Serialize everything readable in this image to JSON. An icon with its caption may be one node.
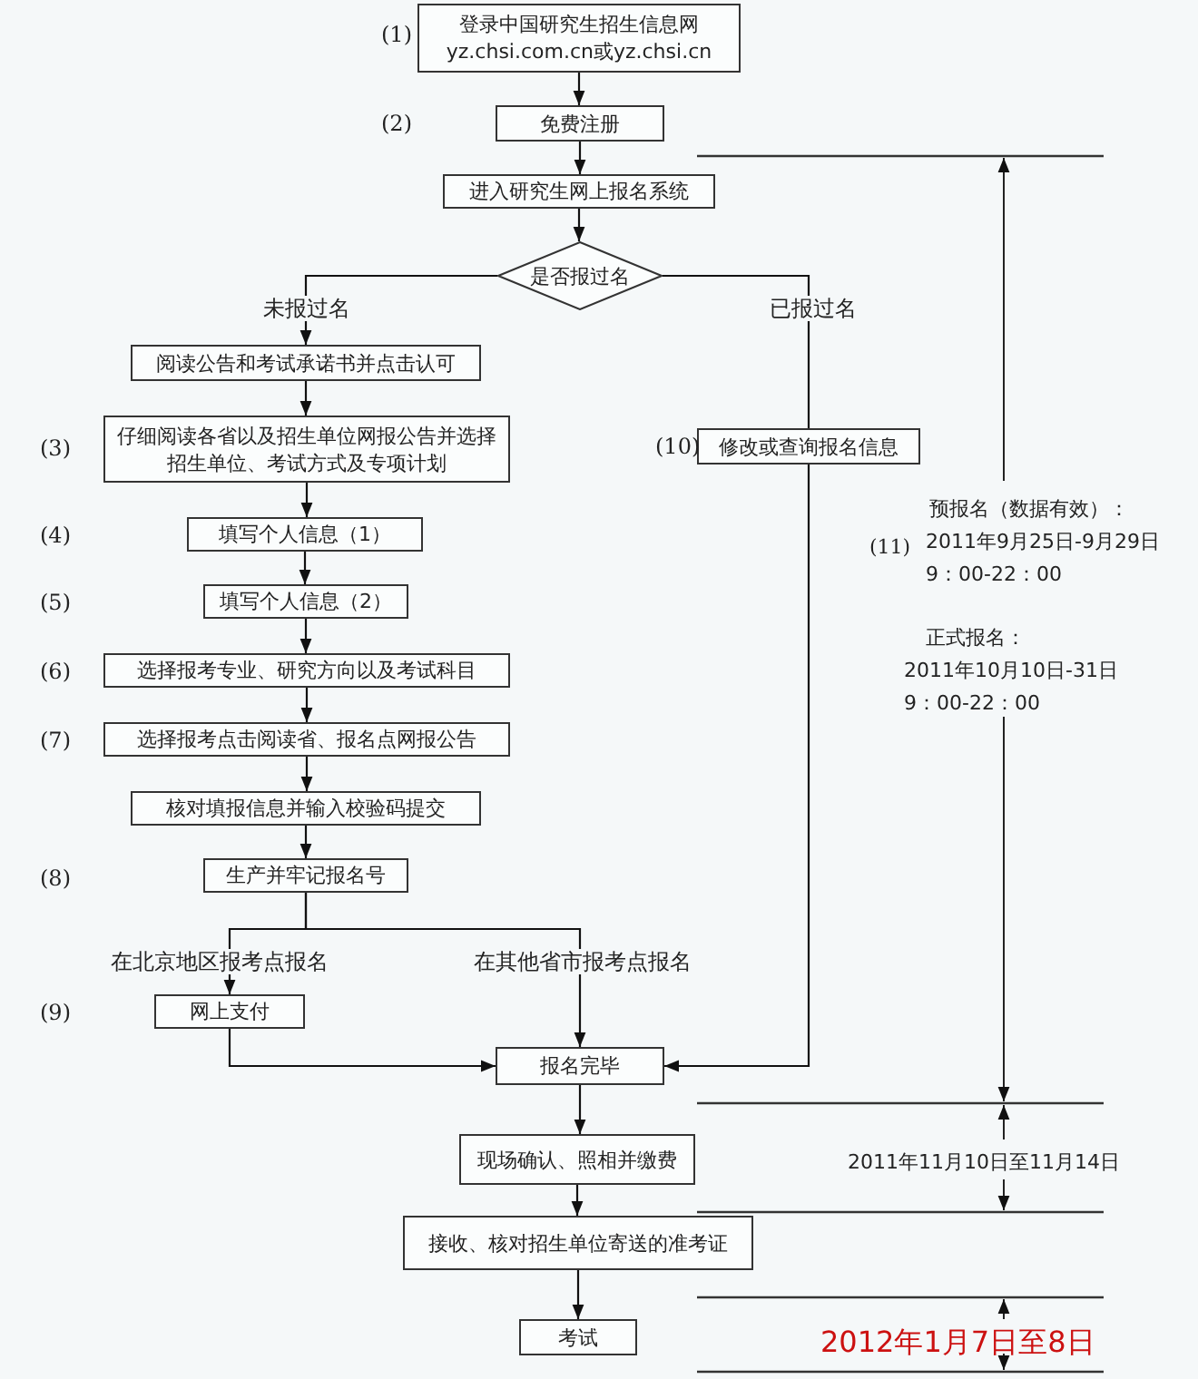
{
  "diagram": {
    "nodes": [
      {
        "text": [
          "登录中国研究生招生信息网",
          "yz.chsi.com.cn或yz.chsi.cn"
        ]
      },
      {
        "text": [
          "免费注册"
        ]
      },
      {
        "text": [
          "进入研究生网上报名系统"
        ]
      },
      {
        "text": [
          "是否报过名"
        ]
      },
      {
        "text": [
          "阅读公告和考试承诺书并点击认可"
        ]
      },
      {
        "text": [
          "仔细阅读各省以及招生单位网报公告并选择招生单位、考试方式及专项计划"
        ]
      },
      {
        "text": [
          "填写个人信息（1）"
        ]
      },
      {
        "text": [
          "填写个人信息（2）"
        ]
      },
      {
        "text": [
          "选择报考专业、研究方向以及考试科目"
        ]
      },
      {
        "text": [
          "选择报考点击阅读省、报名点网报公告"
        ]
      },
      {
        "text": [
          "核对填报信息并输入校验码提交"
        ]
      },
      {
        "text": [
          "生产并牢记报名号"
        ]
      },
      {
        "text": [
          "网上支付"
        ]
      },
      {
        "text": [
          "报名完毕"
        ]
      },
      {
        "text": [
          "现场确认、照相并缴费"
        ]
      },
      {
        "text": [
          "接收、核对招生单位寄送的准考证"
        ]
      },
      {
        "text": [
          "考试"
        ]
      },
      {
        "text": [
          "修改或查询报名信息"
        ],
        "beside": [
          "(10)"
        ]
      }
    ],
    "edges": [
      {
        "from": 0,
        "to": 1,
        "arrow": "to"
      },
      {
        "from": 1,
        "to": 2,
        "arrow": "to"
      },
      {
        "from": 2,
        "to": 3,
        "arrow": "to"
      },
      {
        "from": 3,
        "to": 4,
        "arrow": "to",
        "label": "未报过名"
      },
      {
        "from": 3,
        "to": 17,
        "arrow": "none",
        "label": "已报过名"
      },
      {
        "from": 4,
        "to": 5,
        "arrow": "to"
      },
      {
        "from": 5,
        "to": 6,
        "arrow": "to"
      },
      {
        "from": 6,
        "to": 7,
        "arrow": "to"
      },
      {
        "from": 7,
        "to": 8,
        "arrow": "to"
      },
      {
        "from": 8,
        "to": 9,
        "arrow": "to"
      },
      {
        "from": 9,
        "to": 10,
        "arrow": "to"
      },
      {
        "from": 10,
        "to": 11,
        "arrow": "to"
      },
      {
        "from": 11,
        "to": 12,
        "arrow": "to",
        "label": "在北京地区报考点报名"
      },
      {
        "from": 11,
        "to": 13,
        "arrow": "to",
        "label": "在其他省市报考点报名"
      },
      {
        "from": 12,
        "to": 13,
        "arrow": "to"
      },
      {
        "from": 17,
        "to": 13,
        "arrow": "to"
      },
      {
        "from": 13,
        "to": 14,
        "arrow": "to"
      },
      {
        "from": 14,
        "to": 15,
        "arrow": "to"
      },
      {
        "from": 15,
        "to": 16,
        "arrow": "to"
      }
    ],
    "labels": [
      "(1)",
      "(2)",
      "(3)",
      "(4)",
      "(5)",
      "(6)",
      "(7)",
      "(8)",
      "(9)",
      "(11)",
      "预报名（数据有效）：",
      "2011年9月25日-9月29日",
      "9：00-22：00",
      "正式报名：",
      "2011年10月10日-31日",
      "9：00-22：00",
      "2011年11月10日至11月14日",
      "2012年1月7日至8日"
    ]
  }
}
